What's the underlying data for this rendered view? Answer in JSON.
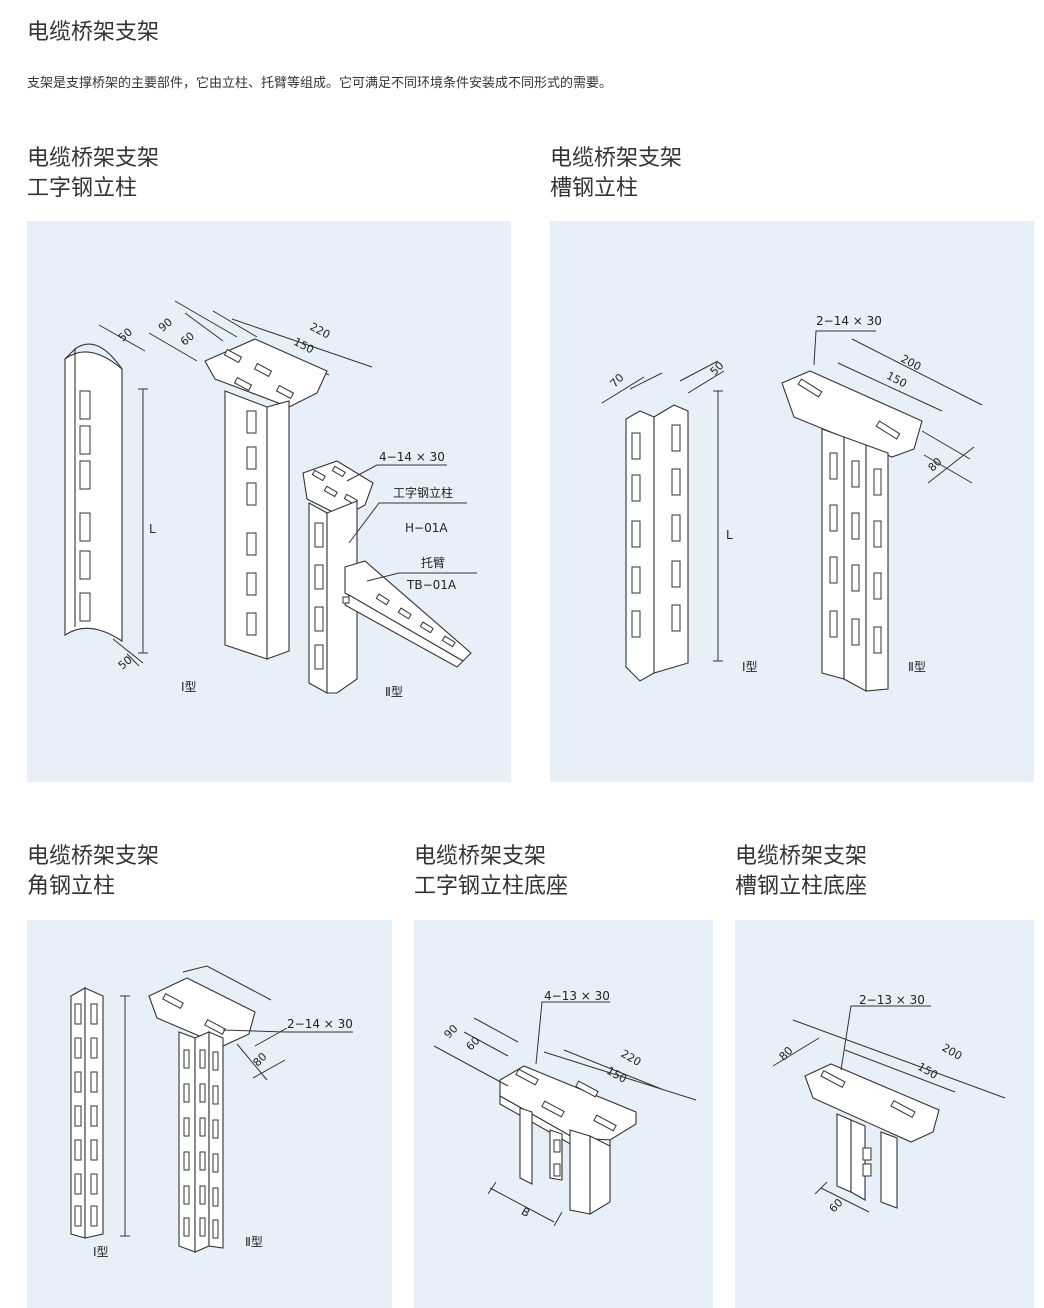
{
  "page": {
    "title": "电缆桥架支架",
    "intro": "支架是支撑桥架的主要部件，它由立柱、托臂等组成。它可满足不同环境条件安装成不同形式的需要。"
  },
  "sections": [
    {
      "title_line1": "电缆桥架支架",
      "title_line2": "工字钢立柱",
      "labels": {
        "d50_top": "50",
        "d90": "90",
        "d60": "60",
        "d220": "220",
        "d150": "150",
        "dL": "L",
        "d50_bottom": "50",
        "type1": "Ⅰ型",
        "type2": "Ⅱ型",
        "hole_spec": "4−14 × 30",
        "column_name": "工字钢立柱",
        "column_code": "H−01A",
        "arm_name": "托臂",
        "arm_code": "TB−01A"
      }
    },
    {
      "title_line1": "电缆桥架支架",
      "title_line2": "槽钢立柱",
      "labels": {
        "hole_spec": "2−14 × 30",
        "d200": "200",
        "d150": "150",
        "d70": "70",
        "d50": "50",
        "dL": "L",
        "d80": "80",
        "type1": "Ⅰ型",
        "type2": "Ⅱ型"
      }
    },
    {
      "title_line1": "电缆桥架支架",
      "title_line2": "角钢立柱",
      "labels": {
        "hole_spec": "2−14 × 30",
        "d80": "80",
        "type1": "Ⅰ型",
        "type2": "Ⅱ型"
      }
    },
    {
      "title_line1": "电缆桥架支架",
      "title_line2": "工字钢立柱底座",
      "labels": {
        "hole_spec": "4−13 × 30",
        "d90": "90",
        "d60": "60",
        "d220": "220",
        "d150": "150",
        "dB": "B"
      }
    },
    {
      "title_line1": "电缆桥架支架",
      "title_line2": "槽钢立柱底座",
      "labels": {
        "hole_spec": "2−13 × 30",
        "d80": "80",
        "d200": "200",
        "d150": "150",
        "d60": "60"
      }
    }
  ],
  "colors": {
    "panel_bg": "#e7f0f9",
    "line": "#333333",
    "text": "#333333"
  }
}
